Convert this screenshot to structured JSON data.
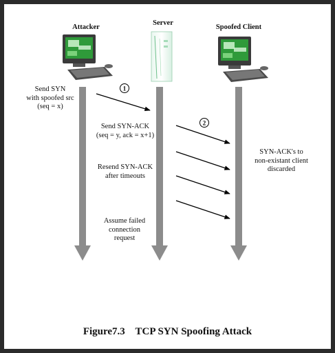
{
  "columns": {
    "attacker": "Attacker",
    "server": "Server",
    "spoofed_client": "Spoofed Client"
  },
  "notes": {
    "send_syn": "Send SYN\nwith spoofed src\n(seq = x)",
    "send_synack": "Send SYN-ACK\n(seq = y, ack = x+1)",
    "resend": "Resend SYN-ACK\nafter timeouts",
    "assume_failed": "Assume failed\nconnection\nrequest",
    "discarded": "SYN-ACK's to\nnon-existant client\ndiscarded"
  },
  "step_markers": [
    "1",
    "2"
  ],
  "caption": "Figure7.3    TCP SYN Spoofing Attack",
  "colors": {
    "timeline": "#8c8c8c",
    "arrow": "#000000",
    "screen": "#2f9a3a"
  },
  "icons": [
    "computer-icon",
    "server-icon",
    "computer-icon"
  ]
}
